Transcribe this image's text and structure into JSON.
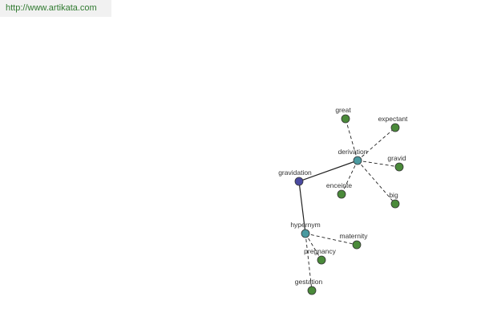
{
  "header": {
    "url": "http://www.artikata.com"
  },
  "colors": {
    "root_node": "#4a4aa0",
    "hub_node": "#4a9aa0",
    "leaf_node": "#4a8a3a",
    "node_border": "#333333",
    "edge": "#222222",
    "url_text": "#2f7a2f"
  },
  "graph": {
    "nodes": [
      {
        "id": "gravidation",
        "label": "gravidation",
        "kind": "root"
      },
      {
        "id": "derivation",
        "label": "derivation",
        "kind": "hub"
      },
      {
        "id": "hypernym",
        "label": "hypernym",
        "kind": "hub"
      },
      {
        "id": "great",
        "label": "great",
        "kind": "leaf"
      },
      {
        "id": "expectant",
        "label": "expectant",
        "kind": "leaf"
      },
      {
        "id": "gravid",
        "label": "gravid",
        "kind": "leaf"
      },
      {
        "id": "enceinte",
        "label": "enceinte",
        "kind": "leaf"
      },
      {
        "id": "big",
        "label": "big",
        "kind": "leaf"
      },
      {
        "id": "maternity",
        "label": "maternity",
        "kind": "leaf"
      },
      {
        "id": "pregnancy",
        "label": "pregnancy",
        "kind": "leaf"
      },
      {
        "id": "gestation",
        "label": "gestation",
        "kind": "leaf"
      }
    ],
    "edges": [
      {
        "from": "gravidation",
        "to": "derivation",
        "style": "solid"
      },
      {
        "from": "gravidation",
        "to": "hypernym",
        "style": "solid"
      },
      {
        "from": "derivation",
        "to": "great",
        "style": "dashed"
      },
      {
        "from": "derivation",
        "to": "expectant",
        "style": "dashed"
      },
      {
        "from": "derivation",
        "to": "gravid",
        "style": "dashed"
      },
      {
        "from": "derivation",
        "to": "enceinte",
        "style": "dashed"
      },
      {
        "from": "derivation",
        "to": "big",
        "style": "dashed"
      },
      {
        "from": "hypernym",
        "to": "maternity",
        "style": "dashed"
      },
      {
        "from": "hypernym",
        "to": "pregnancy",
        "style": "dashed"
      },
      {
        "from": "hypernym",
        "to": "gestation",
        "style": "dashed"
      }
    ]
  }
}
